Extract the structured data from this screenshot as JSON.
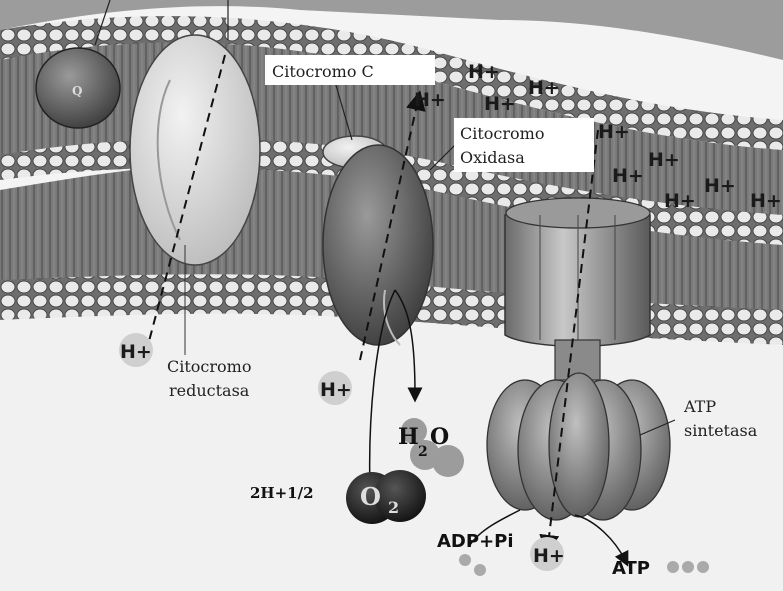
{
  "labels": {
    "q": "Q",
    "citocromo_c": "Citocromo C",
    "citocromo_oxidasa_1": "Citocromo",
    "citocromo_oxidasa_2": "Oxidasa",
    "citocromo_reductasa_1": "Citocromo",
    "citocromo_reductasa_2": "reductasa",
    "atp_sintetasa_1": "ATP",
    "atp_sintetasa_2": "sintetasa",
    "h2o_h": "H",
    "h2o_sub": "2",
    "h2o_o": "O",
    "o2_o": "O",
    "o2_sub": "2",
    "two_h_half": "2H+1/2",
    "adp_pi": "ADP+Pi",
    "atp": "ATP"
  },
  "h_plus": [
    {
      "text": "H+"
    },
    {
      "text": "H+"
    },
    {
      "text": "H+"
    },
    {
      "text": "H+"
    },
    {
      "text": "H+"
    },
    {
      "text": "H+"
    },
    {
      "text": "H+"
    },
    {
      "text": "H+"
    },
    {
      "text": "H+"
    },
    {
      "text": "H+"
    },
    {
      "text": "H+"
    },
    {
      "text": "H+"
    },
    {
      "text": "H+"
    }
  ]
}
